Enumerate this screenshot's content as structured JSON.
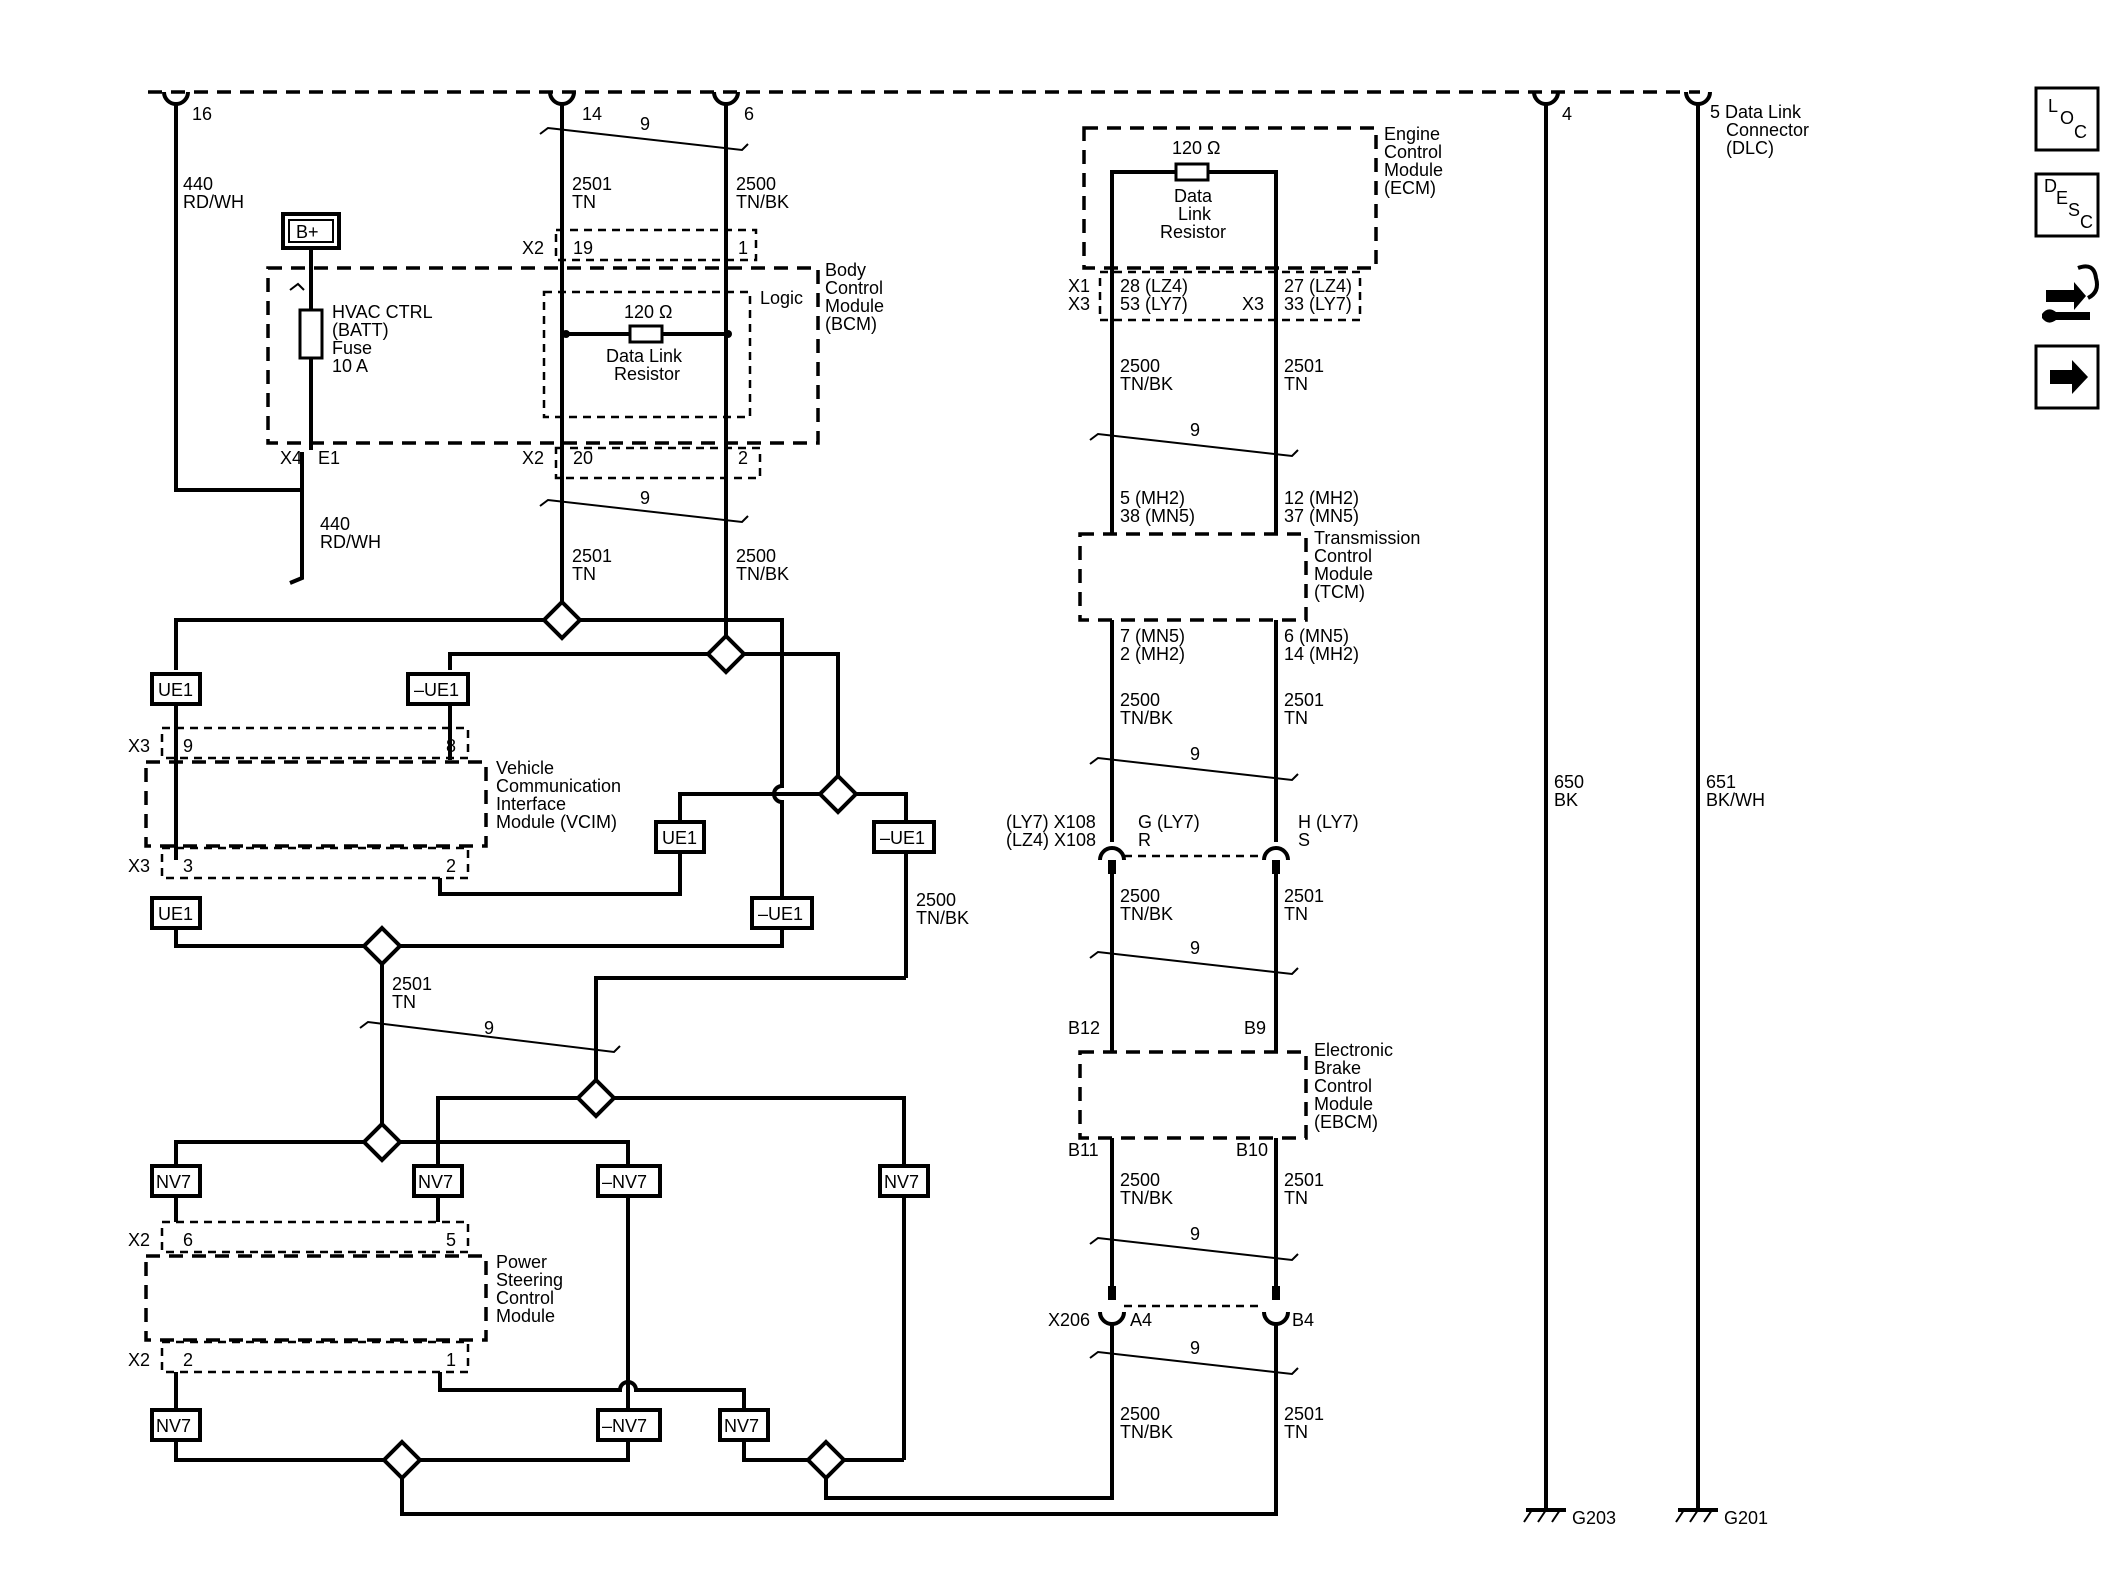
{
  "dlc": {
    "label_l1": "5 Data Link",
    "label_l2": "Connector",
    "label_l3": "(DLC)"
  },
  "dlc_pins": {
    "p16": "16",
    "p14": "14",
    "p6": "6",
    "p4": "4"
  },
  "twist": "9",
  "wires": {
    "w440": "440",
    "rdwh": "RD/WH",
    "w2501": "2501",
    "tn": "TN",
    "w2500": "2500",
    "tnbk": "TN/BK",
    "w650": "650",
    "bk": "BK",
    "w651": "651",
    "bkwh": "BK/WH"
  },
  "grounds": {
    "g203": "G203",
    "g201": "G201"
  },
  "bplus": "B+",
  "fuse": {
    "l1": "HVAC CTRL",
    "l2": "(BATT)",
    "l3": "Fuse",
    "l4": "10 A"
  },
  "bcm": {
    "l1": "Body",
    "l2": "Control",
    "l3": "Module",
    "l4": "(BCM)",
    "logic": "Logic",
    "ohm": "120 Ω",
    "res_l1": "Data Link",
    "res_l2": "Resistor",
    "x2": "X2",
    "x4": "X4",
    "e1": "E1",
    "p19": "19",
    "p1": "1",
    "p20": "20",
    "p2": "2"
  },
  "ecm": {
    "l1": "Engine",
    "l2": "Control",
    "l3": "Module",
    "l4": "(ECM)",
    "ohm": "120 Ω",
    "res_l1": "Data",
    "res_l2": "Link",
    "res_l3": "Resistor",
    "x1": "X1",
    "x3": "X3",
    "pl1": "28 (LZ4)",
    "pl2": "53 (LY7)",
    "pr1": "27 (LZ4)",
    "pr2": "33 (LY7)"
  },
  "tcm": {
    "l1": "Transmission",
    "l2": "Control",
    "l3": "Module",
    "l4": "(TCM)",
    "top_l1": "5 (MH2)",
    "top_l2": "38 (MN5)",
    "top_r1": "12 (MH2)",
    "top_r2": "37 (MN5)",
    "bot_l1": "7 (MN5)",
    "bot_l2": "2 (MH2)",
    "bot_r1": "6 (MN5)",
    "bot_r2": "14 (MH2)"
  },
  "x108": {
    "l1": "(LY7) X108",
    "l2": "(LZ4) X108",
    "gl": "G (LY7)",
    "rl": "R",
    "hr": "H (LY7)",
    "sr": "S"
  },
  "ebcm": {
    "l1": "Electronic",
    "l2": "Brake",
    "l3": "Control",
    "l4": "Module",
    "l5": "(EBCM)",
    "b12": "B12",
    "b9": "B9",
    "b11": "B11",
    "b10": "B10"
  },
  "x206": {
    "label": "X206",
    "a4": "A4",
    "b4": "B4"
  },
  "vcim": {
    "l1": "Vehicle",
    "l2": "Communication",
    "l3": "Interface",
    "l4": "Module (VCIM)",
    "x3": "X3",
    "p9": "9",
    "p8": "8",
    "p3": "3",
    "p2": "2"
  },
  "pscm": {
    "l1": "Power",
    "l2": "Steering",
    "l3": "Control",
    "l4": "Module",
    "x2": "X2",
    "p6": "6",
    "p5": "5",
    "p2": "2",
    "p1": "1"
  },
  "options": {
    "ue1": "UE1",
    "not_ue1": "–UE1",
    "nv7": "NV7",
    "not_nv7": "–NV7"
  },
  "nav": {
    "loc": "LOC",
    "desc": "DESC",
    "connector_icon": "connector-icon",
    "next_icon": "arrow-right-icon"
  }
}
